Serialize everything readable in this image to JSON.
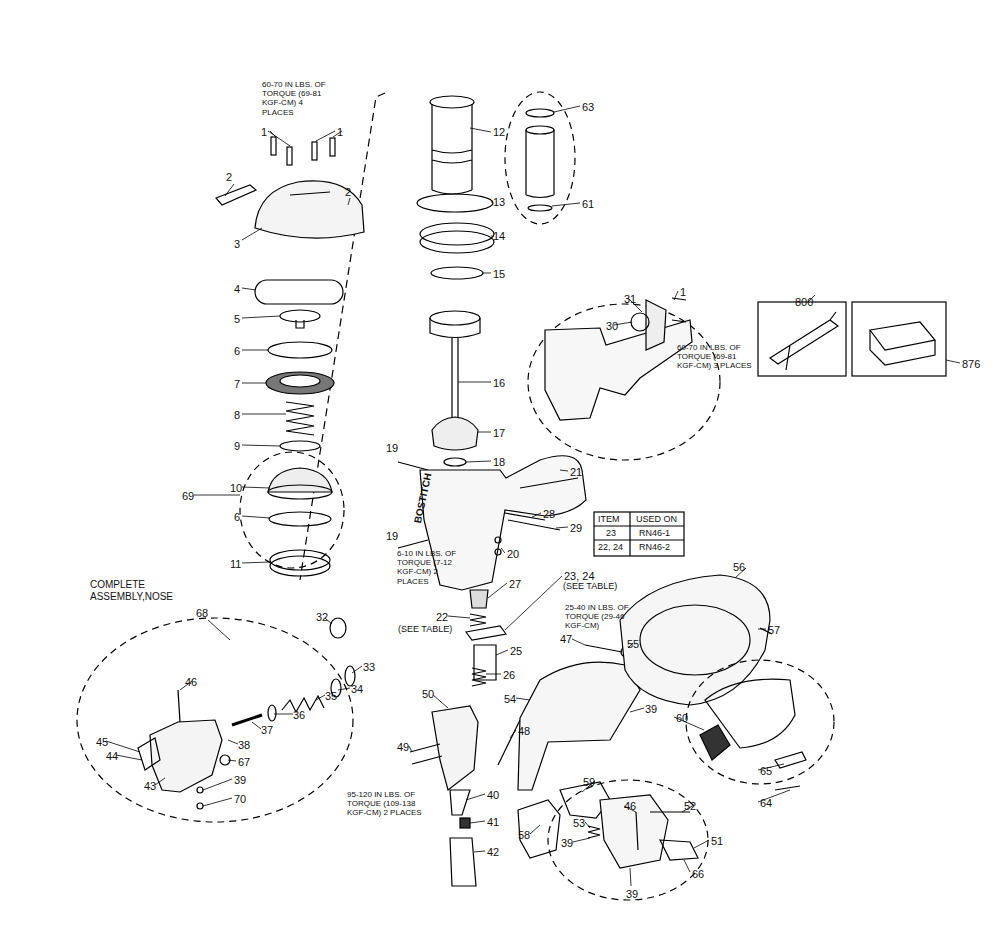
{
  "diagram": {
    "labels": [
      "60-70 IN LBS. OF TORQUE (69-81 KGF-CM) 4 PLACES",
      "1",
      "1",
      "2",
      "2",
      "3",
      "4",
      "5",
      "6",
      "7",
      "8",
      "9",
      "10",
      "69",
      "6",
      "11",
      "12",
      "63",
      "61",
      "13",
      "14",
      "15",
      "16",
      "17",
      "18",
      "19",
      "19",
      "6-10 IN LBS. OF TORQUE (7-12 KGF-CM) 2 PLACES",
      "BOSTITCH",
      "21",
      "29",
      "28",
      "20",
      "27",
      "23, 24",
      "(SEE TABLE)",
      "ITEM",
      "USED ON",
      "23",
      "RN46-1",
      "22, 24",
      "RN46-2",
      "22",
      "(SEE TABLE)",
      "25",
      "26",
      "50",
      "48",
      "49",
      "40",
      "41",
      "42",
      "95-120 IN LBS. OF TORQUE (109-138 KGF-CM) 2 PLACES",
      "COMPLETE ASSEMBLY,NOSE",
      "68",
      "32",
      "33",
      "34",
      "35",
      "36",
      "37",
      "38",
      "46",
      "45",
      "44",
      "43",
      "67",
      "39",
      "70",
      "31",
      "30",
      "1",
      "60-70 IN LBS. OF TORQUE (69-81 KGF-CM) 3 PLACES",
      "800",
      "876",
      "56",
      "57",
      "25-40 IN LBS. OF TORQUE (29-46 KGF-CM)",
      "47",
      "55",
      "54",
      "39",
      "60",
      "65",
      "64",
      "58",
      "59",
      "46",
      "52",
      "53",
      "51",
      "39",
      "66",
      "39"
    ]
  }
}
